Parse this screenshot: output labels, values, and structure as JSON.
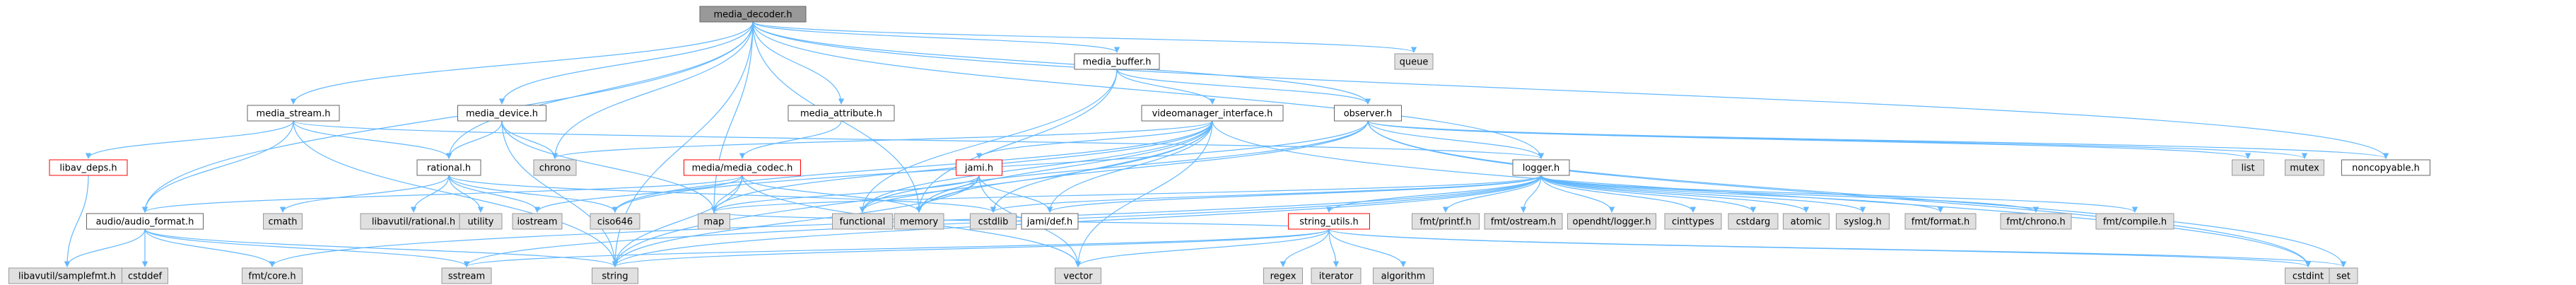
{
  "graph": {
    "nodes": [
      {
        "id": "media_decoder_h",
        "label": "media_decoder.h",
        "style": "root"
      },
      {
        "id": "queue",
        "label": "queue",
        "style": "system"
      },
      {
        "id": "media_stream_h",
        "label": "media_stream.h",
        "style": "local"
      },
      {
        "id": "media_device_h",
        "label": "media_device.h",
        "style": "local"
      },
      {
        "id": "media_attribute_h",
        "label": "media_attribute.h",
        "style": "local"
      },
      {
        "id": "media_buffer_h",
        "label": "media_buffer.h",
        "style": "local"
      },
      {
        "id": "videomanager_interface_h",
        "label": "videomanager_interface.h",
        "style": "local"
      },
      {
        "id": "observer_h",
        "label": "observer.h",
        "style": "local"
      },
      {
        "id": "noncopyable_h",
        "label": "noncopyable.h",
        "style": "local"
      },
      {
        "id": "libav_deps_h",
        "label": "libav_deps.h",
        "style": "missing"
      },
      {
        "id": "rational_h",
        "label": "rational.h",
        "style": "local"
      },
      {
        "id": "chrono",
        "label": "chrono",
        "style": "system"
      },
      {
        "id": "media_media_codec_h",
        "label": "media/media_codec.h",
        "style": "missing"
      },
      {
        "id": "jami_h",
        "label": "jami.h",
        "style": "missing"
      },
      {
        "id": "logger_h",
        "label": "logger.h",
        "style": "local"
      },
      {
        "id": "list",
        "label": "list",
        "style": "system"
      },
      {
        "id": "mutex",
        "label": "mutex",
        "style": "system"
      },
      {
        "id": "audio_audio_format_h",
        "label": "audio/audio_format.h",
        "style": "local"
      },
      {
        "id": "cmath",
        "label": "cmath",
        "style": "system"
      },
      {
        "id": "libavutil_rational_h",
        "label": "libavutil/rational.h",
        "style": "system"
      },
      {
        "id": "utility",
        "label": "utility",
        "style": "system"
      },
      {
        "id": "iostream",
        "label": "iostream",
        "style": "system"
      },
      {
        "id": "ciso646",
        "label": "ciso646",
        "style": "system"
      },
      {
        "id": "map",
        "label": "map",
        "style": "system"
      },
      {
        "id": "functional",
        "label": "functional",
        "style": "system"
      },
      {
        "id": "memory",
        "label": "memory",
        "style": "system"
      },
      {
        "id": "cstdlib",
        "label": "cstdlib",
        "style": "system"
      },
      {
        "id": "jami_def_h",
        "label": "jami/def.h",
        "style": "local"
      },
      {
        "id": "string_utils_h",
        "label": "string_utils.h",
        "style": "missing"
      },
      {
        "id": "fmt_printf_h",
        "label": "fmt/printf.h",
        "style": "system"
      },
      {
        "id": "fmt_ostream_h",
        "label": "fmt/ostream.h",
        "style": "system"
      },
      {
        "id": "opendht_logger_h",
        "label": "opendht/logger.h",
        "style": "system"
      },
      {
        "id": "cinttypes",
        "label": "cinttypes",
        "style": "system"
      },
      {
        "id": "cstdarg",
        "label": "cstdarg",
        "style": "system"
      },
      {
        "id": "atomic",
        "label": "atomic",
        "style": "system"
      },
      {
        "id": "syslog_h",
        "label": "syslog.h",
        "style": "system"
      },
      {
        "id": "fmt_format_h",
        "label": "fmt/format.h",
        "style": "system"
      },
      {
        "id": "fmt_chrono_h",
        "label": "fmt/chrono.h",
        "style": "system"
      },
      {
        "id": "fmt_compile_h",
        "label": "fmt/compile.h",
        "style": "system"
      },
      {
        "id": "libavutil_samplefmt_h",
        "label": "libavutil/samplefmt.h",
        "style": "system"
      },
      {
        "id": "cstddef",
        "label": "cstddef",
        "style": "system"
      },
      {
        "id": "fmt_core_h",
        "label": "fmt/core.h",
        "style": "system"
      },
      {
        "id": "sstream",
        "label": "sstream",
        "style": "system"
      },
      {
        "id": "string",
        "label": "string",
        "style": "system"
      },
      {
        "id": "vector",
        "label": "vector",
        "style": "system"
      },
      {
        "id": "regex",
        "label": "regex",
        "style": "system"
      },
      {
        "id": "iterator",
        "label": "iterator",
        "style": "system"
      },
      {
        "id": "algorithm",
        "label": "algorithm",
        "style": "system"
      },
      {
        "id": "cstdint",
        "label": "cstdint",
        "style": "system"
      },
      {
        "id": "set",
        "label": "set",
        "style": "system"
      }
    ],
    "edges": [
      [
        "media_decoder_h",
        "queue"
      ],
      [
        "media_decoder_h",
        "media_stream_h"
      ],
      [
        "media_decoder_h",
        "media_device_h"
      ],
      [
        "media_decoder_h",
        "media_attribute_h"
      ],
      [
        "media_decoder_h",
        "media_buffer_h"
      ],
      [
        "media_decoder_h",
        "observer_h"
      ],
      [
        "media_decoder_h",
        "noncopyable_h"
      ],
      [
        "media_decoder_h",
        "rational_h"
      ],
      [
        "media_decoder_h",
        "chrono"
      ],
      [
        "media_decoder_h",
        "map"
      ],
      [
        "media_decoder_h",
        "memory"
      ],
      [
        "media_decoder_h",
        "string"
      ],
      [
        "media_decoder_h",
        "audio_audio_format_h"
      ],
      [
        "media_decoder_h",
        "logger_h"
      ],
      [
        "media_stream_h",
        "libav_deps_h"
      ],
      [
        "media_stream_h",
        "rational_h"
      ],
      [
        "media_stream_h",
        "audio_audio_format_h"
      ],
      [
        "media_stream_h",
        "string"
      ],
      [
        "media_stream_h",
        "logger_h"
      ],
      [
        "media_device_h",
        "rational_h"
      ],
      [
        "media_device_h",
        "chrono"
      ],
      [
        "media_device_h",
        "string"
      ],
      [
        "media_device_h",
        "map"
      ],
      [
        "media_attribute_h",
        "media_media_codec_h"
      ],
      [
        "media_buffer_h",
        "videomanager_interface_h"
      ],
      [
        "media_buffer_h",
        "observer_h"
      ],
      [
        "media_buffer_h",
        "memory"
      ],
      [
        "media_buffer_h",
        "functional"
      ],
      [
        "videomanager_interface_h",
        "jami_h"
      ],
      [
        "videomanager_interface_h",
        "map"
      ],
      [
        "videomanager_interface_h",
        "memory"
      ],
      [
        "videomanager_interface_h",
        "functional"
      ],
      [
        "videomanager_interface_h",
        "string"
      ],
      [
        "videomanager_interface_h",
        "vector"
      ],
      [
        "videomanager_interface_h",
        "cstdlib"
      ],
      [
        "videomanager_interface_h",
        "jami_def_h"
      ],
      [
        "videomanager_interface_h",
        "ciso646"
      ],
      [
        "videomanager_interface_h",
        "chrono"
      ],
      [
        "videomanager_interface_h",
        "cstdint"
      ],
      [
        "observer_h",
        "noncopyable_h"
      ],
      [
        "observer_h",
        "logger_h"
      ],
      [
        "observer_h",
        "list"
      ],
      [
        "observer_h",
        "mutex"
      ],
      [
        "observer_h",
        "set"
      ],
      [
        "observer_h",
        "memory"
      ],
      [
        "observer_h",
        "functional"
      ],
      [
        "observer_h",
        "ciso646"
      ],
      [
        "observer_h",
        "cstdint"
      ],
      [
        "libav_deps_h",
        "libavutil_samplefmt_h"
      ],
      [
        "rational_h",
        "cmath"
      ],
      [
        "rational_h",
        "libavutil_rational_h"
      ],
      [
        "rational_h",
        "utility"
      ],
      [
        "rational_h",
        "iostream"
      ],
      [
        "rational_h",
        "ciso646"
      ],
      [
        "rational_h",
        "cstdlib"
      ],
      [
        "media_media_codec_h",
        "audio_audio_format_h"
      ],
      [
        "media_media_codec_h",
        "iostream"
      ],
      [
        "media_media_codec_h",
        "memory"
      ],
      [
        "media_media_codec_h",
        "string"
      ],
      [
        "media_media_codec_h",
        "vector"
      ],
      [
        "media_media_codec_h",
        "map"
      ],
      [
        "jami_h",
        "functional"
      ],
      [
        "jami_h",
        "string"
      ],
      [
        "jami_h",
        "vector"
      ],
      [
        "jami_h",
        "map"
      ],
      [
        "jami_h",
        "memory"
      ],
      [
        "jami_h",
        "jami_def_h"
      ],
      [
        "logger_h",
        "jami_def_h"
      ],
      [
        "logger_h",
        "fmt_core_h"
      ],
      [
        "logger_h",
        "fmt_printf_h"
      ],
      [
        "logger_h",
        "fmt_ostream_h"
      ],
      [
        "logger_h",
        "opendht_logger_h"
      ],
      [
        "logger_h",
        "cinttypes"
      ],
      [
        "logger_h",
        "cstdarg"
      ],
      [
        "logger_h",
        "atomic"
      ],
      [
        "logger_h",
        "syslog_h"
      ],
      [
        "logger_h",
        "fmt_format_h"
      ],
      [
        "logger_h",
        "fmt_chrono_h"
      ],
      [
        "logger_h",
        "fmt_compile_h"
      ],
      [
        "logger_h",
        "string_utils_h"
      ],
      [
        "logger_h",
        "sstream"
      ],
      [
        "logger_h",
        "string"
      ],
      [
        "logger_h",
        "cstdlib"
      ],
      [
        "logger_h",
        "map"
      ],
      [
        "string_utils_h",
        "cstdint"
      ],
      [
        "string_utils_h",
        "string"
      ],
      [
        "string_utils_h",
        "vector"
      ],
      [
        "string_utils_h",
        "set"
      ],
      [
        "string_utils_h",
        "regex"
      ],
      [
        "string_utils_h",
        "iterator"
      ],
      [
        "string_utils_h",
        "algorithm"
      ],
      [
        "string_utils_h",
        "map"
      ],
      [
        "string_utils_h",
        "sstream"
      ],
      [
        "audio_audio_format_h",
        "libavutil_samplefmt_h"
      ],
      [
        "audio_audio_format_h",
        "cstddef"
      ],
      [
        "audio_audio_format_h",
        "fmt_core_h"
      ],
      [
        "audio_audio_format_h",
        "sstream"
      ],
      [
        "audio_audio_format_h",
        "string"
      ]
    ]
  },
  "colors": {
    "root_fill": "#999999",
    "local_fill": "#ffffff",
    "system_fill": "#e0e0e0",
    "system_stroke": "#999999",
    "missing_stroke": "#ff0000",
    "node_stroke": "#666666",
    "edge": "#63B8FF"
  }
}
